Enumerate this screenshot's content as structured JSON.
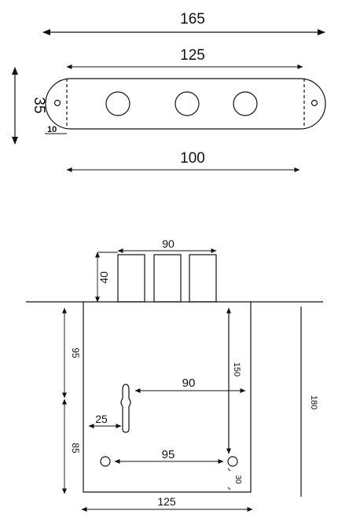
{
  "top_view": {
    "labels": {
      "overall_length": "165",
      "hole_spacing_outer": "125",
      "height": "35",
      "edge_offset": "10",
      "inner_length": "100"
    }
  },
  "front_view": {
    "labels": {
      "cylinder_span": "90",
      "cylinder_height": "40",
      "upper_height": "95",
      "lower_height": "85",
      "right_height": "150",
      "keyhole_to_edge": "90",
      "keyhole_offset": "25",
      "screw_spacing": "95",
      "screw_bottom": "30",
      "body_width": "125",
      "total_height": "180"
    }
  }
}
